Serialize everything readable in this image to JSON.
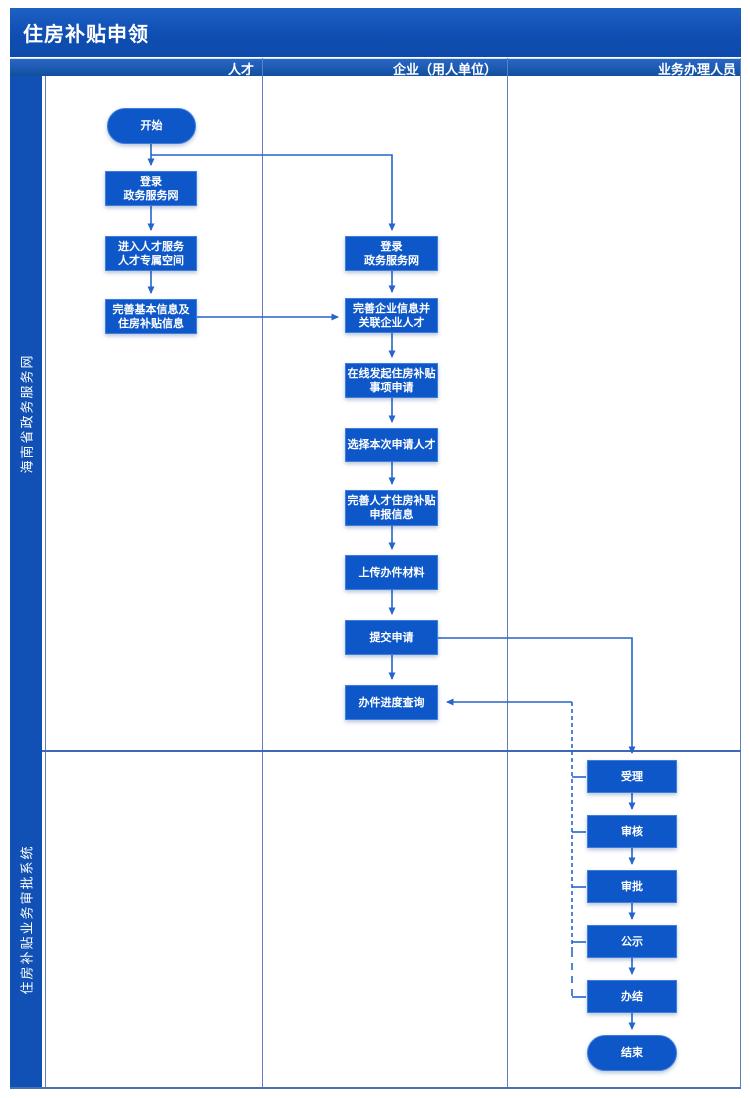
{
  "title": "住房补贴申领",
  "columns": [
    {
      "label": "人才"
    },
    {
      "label": "企业（用人单位）"
    },
    {
      "label": "业务办理人员"
    }
  ],
  "lanes": [
    {
      "label": "海南省政务服务网"
    },
    {
      "label": "住房补贴业务审批系统"
    }
  ],
  "flow": {
    "start": {
      "label": "开始"
    },
    "end": {
      "label": "结束"
    },
    "talent": [
      {
        "id": "talent-login",
        "label": "登录\n政务服务网"
      },
      {
        "id": "talent-enter-space",
        "label": "进入人才服务\n人才专属空间"
      },
      {
        "id": "talent-complete-info",
        "label": "完善基本信息及\n住房补贴信息"
      }
    ],
    "enterprise": [
      {
        "id": "ent-login",
        "label": "登录\n政务服务网"
      },
      {
        "id": "ent-complete-link",
        "label": "完善企业信息并\n关联企业人才"
      },
      {
        "id": "ent-initiate",
        "label": "在线发起住房补贴\n事项申请"
      },
      {
        "id": "ent-select-talent",
        "label": "选择本次申请人才"
      },
      {
        "id": "ent-fill-declare",
        "label": "完善人才住房补贴\n申报信息"
      },
      {
        "id": "ent-upload",
        "label": "上传办件材料"
      },
      {
        "id": "ent-submit",
        "label": "提交申请"
      },
      {
        "id": "ent-progress-query",
        "label": "办件进度查询"
      }
    ],
    "staff": [
      {
        "id": "accept",
        "label": "受理"
      },
      {
        "id": "review",
        "label": "审核"
      },
      {
        "id": "approve",
        "label": "审批"
      },
      {
        "id": "publicity",
        "label": "公示"
      },
      {
        "id": "close",
        "label": "办结"
      }
    ],
    "edges": [
      {
        "from": "start",
        "to": "talent-login"
      },
      {
        "from": "start",
        "to": "ent-login"
      },
      {
        "from": "talent-login",
        "to": "talent-enter-space"
      },
      {
        "from": "talent-enter-space",
        "to": "talent-complete-info"
      },
      {
        "from": "talent-complete-info",
        "to": "ent-complete-link"
      },
      {
        "from": "ent-login",
        "to": "ent-complete-link"
      },
      {
        "from": "ent-complete-link",
        "to": "ent-initiate"
      },
      {
        "from": "ent-initiate",
        "to": "ent-select-talent"
      },
      {
        "from": "ent-select-talent",
        "to": "ent-fill-declare"
      },
      {
        "from": "ent-fill-declare",
        "to": "ent-upload"
      },
      {
        "from": "ent-upload",
        "to": "ent-submit"
      },
      {
        "from": "ent-submit",
        "to": "ent-progress-query"
      },
      {
        "from": "ent-submit",
        "to": "accept"
      },
      {
        "from": "accept",
        "to": "review"
      },
      {
        "from": "review",
        "to": "approve"
      },
      {
        "from": "approve",
        "to": "publicity"
      },
      {
        "from": "publicity",
        "to": "close"
      },
      {
        "from": "close",
        "to": "end"
      },
      {
        "from": "accept",
        "to": "ent-progress-query",
        "style": "dashed"
      },
      {
        "from": "review",
        "to": "ent-progress-query",
        "style": "dashed"
      },
      {
        "from": "approve",
        "to": "ent-progress-query",
        "style": "dashed"
      },
      {
        "from": "publicity",
        "to": "ent-progress-query",
        "style": "dashed"
      },
      {
        "from": "close",
        "to": "ent-progress-query",
        "style": "dashed"
      }
    ]
  },
  "colors": {
    "title_bar_blue": "#0f4eb2",
    "node_fill_blue": "#0e57c8",
    "node_border_blue": "#3f7dde",
    "connector_blue": "#2565cc",
    "divider_blue": "#5e80c0",
    "sidebar_blue": "#1150b4",
    "text_white": "#ffffff"
  }
}
